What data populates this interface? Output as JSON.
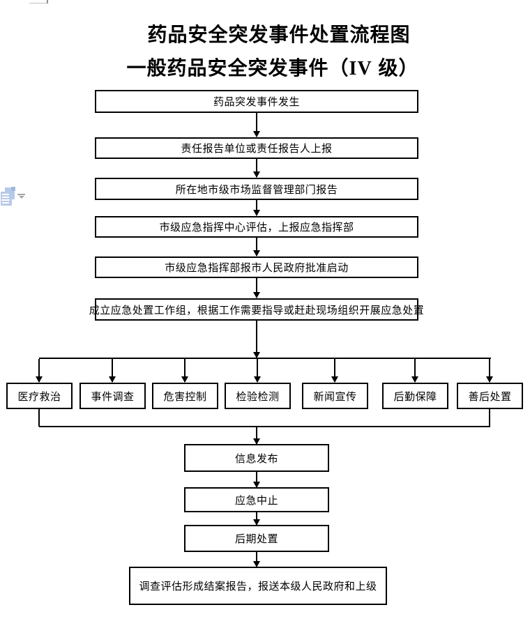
{
  "header": {
    "title": "药品安全突发事件处置流程图",
    "subtitle_prefix": "一般药品安全突发事件（",
    "subtitle_roman": "IV",
    "subtitle_suffix": " 级）"
  },
  "flow": {
    "steps": [
      "药品突发事件发生",
      "责任报告单位或责任报告人上报",
      "所在地市级市场监督管理部门报告",
      "市级应急指挥中心评估，上报应急指挥部",
      "市级应急指挥部报市人民政府批准启动",
      "成立应急处置工作组，根据工作需要指导或赶赴现场组织开展应急处置"
    ],
    "branches": [
      "医疗救治",
      "事件调查",
      "危害控制",
      "检验检测",
      "新闻宣传",
      "后勤保障",
      "善后处置"
    ],
    "tail": [
      "信息发布",
      "应急中止",
      "后期处置",
      "调查评估形成结案报告，报送本级人民政府和上级"
    ]
  },
  "artifacts": {
    "icons": {
      "paste_options": "paste-options-document-icon",
      "dropdown": "dropdown-arrow-icon",
      "corner_mark": "text-boundary-corner-mark"
    }
  },
  "colors": {
    "line": "#000000",
    "icon_blue": "#b7c9e8",
    "icon_blue_dark": "#9fb8de",
    "mark_gray_light": "#c3c3c3",
    "mark_gray_dark": "#8f8f8f",
    "arrow_gray": "#a5a5a5"
  }
}
